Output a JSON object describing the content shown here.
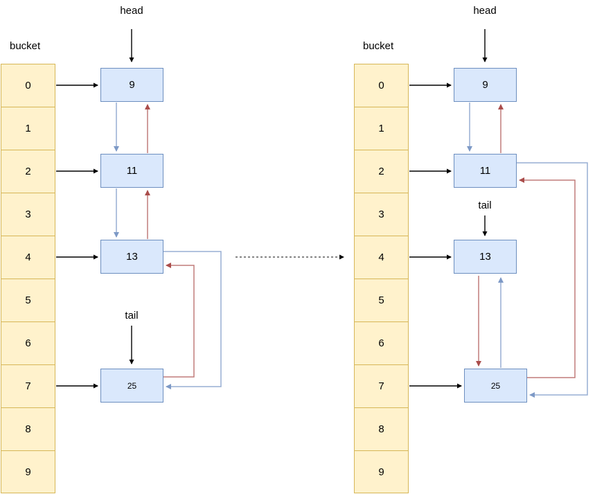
{
  "colors": {
    "bucket_fill": "#fff2cc",
    "bucket_border": "#d6b656",
    "node_fill": "#dae8fc",
    "node_border": "#6c8ebf",
    "next_link": "#97aed3",
    "next_head": "#7d99c6",
    "prev_link": "#c07c7a",
    "prev_head": "#aa4d4b",
    "pointer_black": "#000000",
    "transition_dash": "#5b5b5b",
    "text": "#000000"
  },
  "left_diagram": {
    "bucket_label": "bucket",
    "head_label": "head",
    "tail_label": "tail",
    "bucket_cells": [
      "0",
      "1",
      "2",
      "3",
      "4",
      "5",
      "6",
      "7",
      "8",
      "9"
    ],
    "nodes": {
      "n9": "9",
      "n11": "11",
      "n13": "13",
      "n25": "25"
    },
    "list_order": [
      "9",
      "11",
      "13",
      "25"
    ],
    "bucket_links": {
      "0": "9",
      "2": "11",
      "4": "13",
      "7": "25"
    }
  },
  "right_diagram": {
    "bucket_label": "bucket",
    "head_label": "head",
    "tail_label": "tail",
    "bucket_cells": [
      "0",
      "1",
      "2",
      "3",
      "4",
      "5",
      "6",
      "7",
      "8",
      "9"
    ],
    "nodes": {
      "n9": "9",
      "n11": "11",
      "n13": "13",
      "n25": "25"
    },
    "list_order": [
      "9",
      "11",
      "25",
      "13"
    ],
    "bucket_links": {
      "0": "9",
      "2": "11",
      "4": "13",
      "7": "25"
    }
  }
}
